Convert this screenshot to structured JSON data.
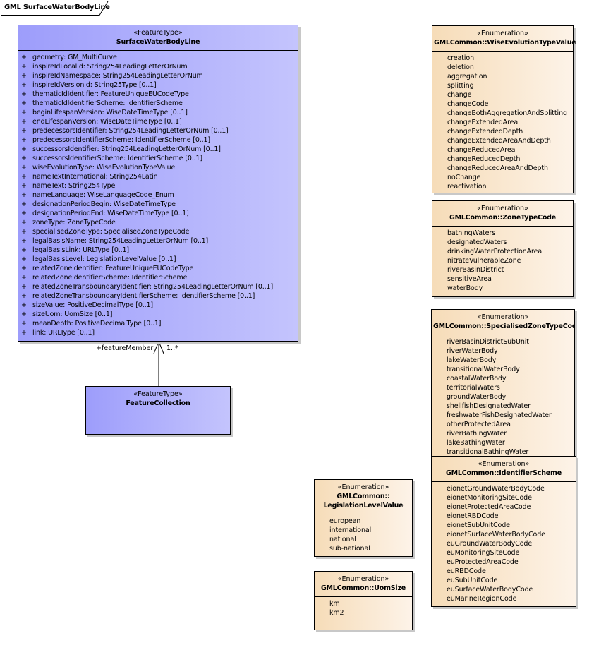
{
  "diagram": {
    "frame_title": "GML SurfaceWaterBodyLine"
  },
  "classes": {
    "surface_water_body_line": {
      "stereotype": "«FeatureType»",
      "name": "SurfaceWaterBodyLine",
      "attributes": [
        {
          "vis": "+",
          "text": "geometry: GM_MultiCurve"
        },
        {
          "vis": "+",
          "text": "inspireIdLocalId: String254LeadingLetterOrNum"
        },
        {
          "vis": "+",
          "text": "inspireIdNamespace: String254LeadingLetterOrNum"
        },
        {
          "vis": "+",
          "text": "inspireIdVersionId: String25Type [0..1]"
        },
        {
          "vis": "+",
          "text": "thematicIdIdentifier: FeatureUniqueEUCodeType"
        },
        {
          "vis": "+",
          "text": "thematicIdIdentifierScheme: IdentifierScheme"
        },
        {
          "vis": "+",
          "text": "beginLifespanVersion: WiseDateTimeType [0..1]"
        },
        {
          "vis": "+",
          "text": "endLifespanVersion: WiseDateTimeType [0..1]"
        },
        {
          "vis": "+",
          "text": "predecessorsIdentifier: String254LeadingLetterOrNum [0..1]"
        },
        {
          "vis": "+",
          "text": "predecessorsIdentifierScheme: IdentifierScheme [0..1]"
        },
        {
          "vis": "+",
          "text": "successorsIdentifier: String254LeadingLetterOrNum [0..1]"
        },
        {
          "vis": "+",
          "text": "successorsIdentifierScheme: IdentifierScheme [0..1]"
        },
        {
          "vis": "+",
          "text": "wiseEvolutionType: WiseEvolutionTypeValue"
        },
        {
          "vis": "+",
          "text": "nameTextInternational: String254Latin"
        },
        {
          "vis": "+",
          "text": "nameText: String254Type"
        },
        {
          "vis": "+",
          "text": "nameLanguage: WiseLanguageCode_Enum"
        },
        {
          "vis": "+",
          "text": "designationPeriodBegin: WiseDateTimeType"
        },
        {
          "vis": "+",
          "text": "designationPeriodEnd: WiseDateTimeType [0..1]"
        },
        {
          "vis": "+",
          "text": "zoneType: ZoneTypeCode"
        },
        {
          "vis": "+",
          "text": "specialisedZoneType: SpecialisedZoneTypeCode"
        },
        {
          "vis": "+",
          "text": "legalBasisName: String254LeadingLetterOrNum [0..1]"
        },
        {
          "vis": "+",
          "text": "legalBasisLink: URLType [0..1]"
        },
        {
          "vis": "+",
          "text": "legalBasisLevel: LegislationLevelValue [0..1]"
        },
        {
          "vis": "+",
          "text": "relatedZoneIdentifier: FeatureUniqueEUCodeType"
        },
        {
          "vis": "+",
          "text": "relatedZoneIdentifierScheme: IdentifierScheme"
        },
        {
          "vis": "+",
          "text": "relatedZoneTransboundaryIdentifier: String254LeadingLetterOrNum [0..1]"
        },
        {
          "vis": "+",
          "text": "relatedZoneTransboundaryIdentifierScheme: IdentifierScheme [0..1]"
        },
        {
          "vis": "+",
          "text": "sizeValue: PositiveDecimalType [0..1]"
        },
        {
          "vis": "+",
          "text": "sizeUom: UomSize [0..1]"
        },
        {
          "vis": "+",
          "text": "meanDepth: PositiveDecimalType [0..1]"
        },
        {
          "vis": "+",
          "text": "link: URLType [0..1]"
        }
      ]
    },
    "feature_collection": {
      "stereotype": "«FeatureType»",
      "name": "FeatureCollection"
    }
  },
  "association": {
    "role": "+featureMember",
    "multiplicity": "1..*"
  },
  "enumerations": {
    "wise_evolution_type_value": {
      "stereotype": "«Enumeration»",
      "name": "GMLCommon::WiseEvolutionTypeValue",
      "literals": [
        "creation",
        "deletion",
        "aggregation",
        "splitting",
        "change",
        "changeCode",
        "changeBothAggregationAndSplitting",
        "changeExtendedArea",
        "changeExtendedDepth",
        "changeExtendedAreaAndDepth",
        "changeReducedArea",
        "changeReducedDepth",
        "changeReducedAreaAndDepth",
        "noChange",
        "reactivation"
      ]
    },
    "zone_type_code": {
      "stereotype": "«Enumeration»",
      "name": "GMLCommon::ZoneTypeCode",
      "literals": [
        "bathingWaters",
        "designatedWaters",
        "drinkingWaterProtectionArea",
        "nitrateVulnerableZone",
        "riverBasinDistrict",
        "sensitiveArea",
        "waterBody"
      ]
    },
    "specialised_zone_type_code": {
      "stereotype": "«Enumeration»",
      "name": "GMLCommon::SpecialisedZoneTypeCode",
      "literals": [
        "riverBasinDistrictSubUnit",
        "riverWaterBody",
        "lakeWaterBody",
        "transitionalWaterBody",
        "coastalWaterBody",
        "territorialWaters",
        "groundWaterBody",
        "shellfishDesignatedWater",
        "freshwaterFishDesignatedWater",
        "otherProtectedArea",
        "riverBathingWater",
        "lakeBathingWater",
        "transitionalBathingWater"
      ]
    },
    "identifier_scheme": {
      "stereotype": "«Enumeration»",
      "name": "GMLCommon::IdentifierScheme",
      "literals": [
        "eionetGroundWaterBodyCode",
        "eionetMonitoringSiteCode",
        "eionetProtectedAreaCode",
        "eionetRBDCode",
        "eionetSubUnitCode",
        "eionetSurfaceWaterBodyCode",
        "euGroundWaterBodyCode",
        "euMonitoringSiteCode",
        "euProtectedAreaCode",
        "euRBDCode",
        "euSubUnitCode",
        "euSurfaceWaterBodyCode",
        "euMarineRegionCode"
      ]
    },
    "legislation_level_value": {
      "stereotype": "«Enumeration»",
      "name_line1": "GMLCommon::",
      "name_line2": "LegislationLevelValue",
      "literals": [
        "european",
        "international",
        "national",
        "sub-national"
      ]
    },
    "uom_size": {
      "stereotype": "«Enumeration»",
      "name": "GMLCommon::UomSize",
      "literals": [
        "km",
        "km2"
      ]
    }
  }
}
